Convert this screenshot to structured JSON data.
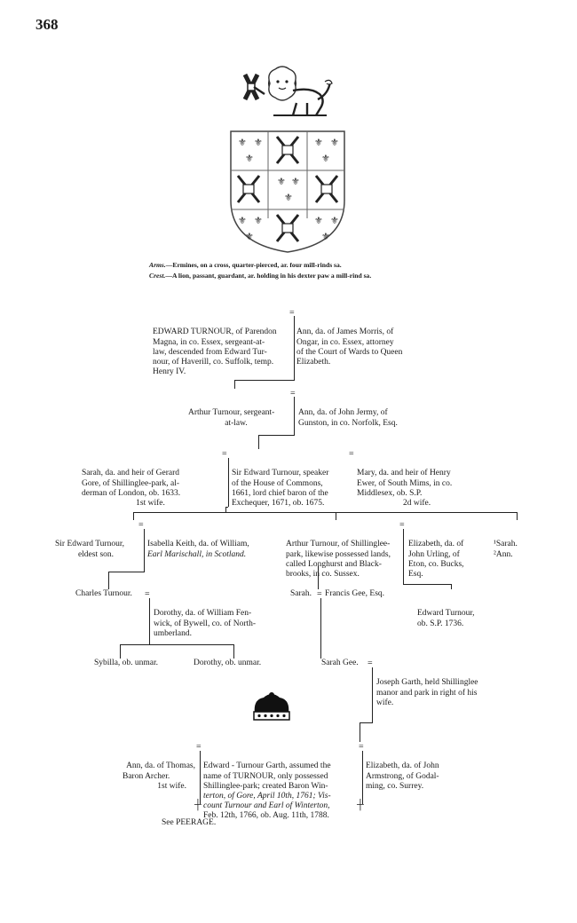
{
  "page_number": "368",
  "arms_caption": {
    "arms_label": "Arms.",
    "arms_text": "—Ermines, on a cross, quarter-pierced, ar. four mill-rinds sa.",
    "crest_label": "Crest.",
    "crest_text": "—A lion, passant, guardant, ar. holding in his dexter paw a mill-rind sa."
  },
  "gen1": {
    "edward_lines": [
      "EDWARD TURNOUR, of Parendon",
      "Magna, in co. Essex, sergeant-at-",
      "law, descended from Edward Tur-",
      "nour, of Haverill, co. Suffolk, temp.",
      "Henry IV."
    ],
    "ann_lines": [
      "Ann, da. of James Morris, of",
      "Ongar, in co. Essex, attorney",
      "of the Court of Wards to Queen",
      "Elizabeth."
    ]
  },
  "gen2": {
    "arthur_lines": [
      "Arthur Turnour, sergeant-",
      "at-law."
    ],
    "ann_lines": [
      "Ann, da. of John Jermy, of",
      "Gunston, in co. Norfolk, Esq."
    ]
  },
  "gen3": {
    "sarah_lines": [
      "Sarah, da. and heir of Gerard",
      "Gore, of Shillinglee-park, al-",
      "derman of London, ob. 1633.",
      "1st wife."
    ],
    "edward_lines": [
      "Sir Edward Turnour, speaker",
      "of the House of Commons,",
      "1661, lord chief baron of the",
      "Exchequer, 1671, ob. 1675."
    ],
    "mary_lines": [
      "Mary, da. and heir of Henry",
      "Ewer, of South Mims, in co.",
      "Middlesex, ob. S.P.",
      "2d wife."
    ]
  },
  "gen4": {
    "edward_lines": [
      "Sir Edward Turnour,",
      "eldest son."
    ],
    "isabella_lines": [
      "Isabella Keith, da. of William,",
      "Earl Marischall, in Scotland."
    ],
    "arthur_lines": [
      "Arthur Turnour, of Shillinglee-",
      "park, likewise possessed lands,",
      "called Longhurst and Black-",
      "brooks, in co. Sussex."
    ],
    "elizabeth_lines": [
      "Elizabeth, da. of",
      "John Urling, of",
      "Eton, co. Bucks,",
      "Esq."
    ],
    "daughters": [
      "¹Sarah.",
      "²Ann."
    ]
  },
  "gen5": {
    "charles": "Charles Turnour.",
    "dorothy_lines": [
      "Dorothy, da. of William Fen-",
      "wick, of Bywell, co. of North-",
      "umberland."
    ],
    "sarah": "Sarah.",
    "francis": "Francis Gee, Esq.",
    "edward_lines": [
      "Edward Turnour,",
      "ob. S.P. 1736."
    ]
  },
  "gen6": {
    "sybilla": "Sybilla, ob. unmar.",
    "dorothy": "Dorothy, ob. unmar.",
    "sarah_gee": "Sarah Gee.",
    "joseph_lines": [
      "Joseph Garth, held Shillinglee",
      "manor and park in right of his",
      "wife."
    ]
  },
  "gen7": {
    "ann_lines": [
      "Ann, da. of Thomas,",
      "Baron Archer.",
      "1st wife."
    ],
    "edward_lines": [
      "Edward - Turnour Garth, assumed the",
      "name of TURNOUR, only possessed",
      "Shillinglee-park; created Baron Win-",
      "terton, of Gore, April 10th, 1761; Vis-",
      "count Turnour and Earl of Winterton,",
      "Feb. 12th, 1766, ob. Aug. 11th, 1788."
    ],
    "elizabeth_lines": [
      "Elizabeth, da. of John",
      "Armstrong, of Godal-",
      "ming, co. Surrey."
    ]
  },
  "see_peerage": "See PEERAGE."
}
